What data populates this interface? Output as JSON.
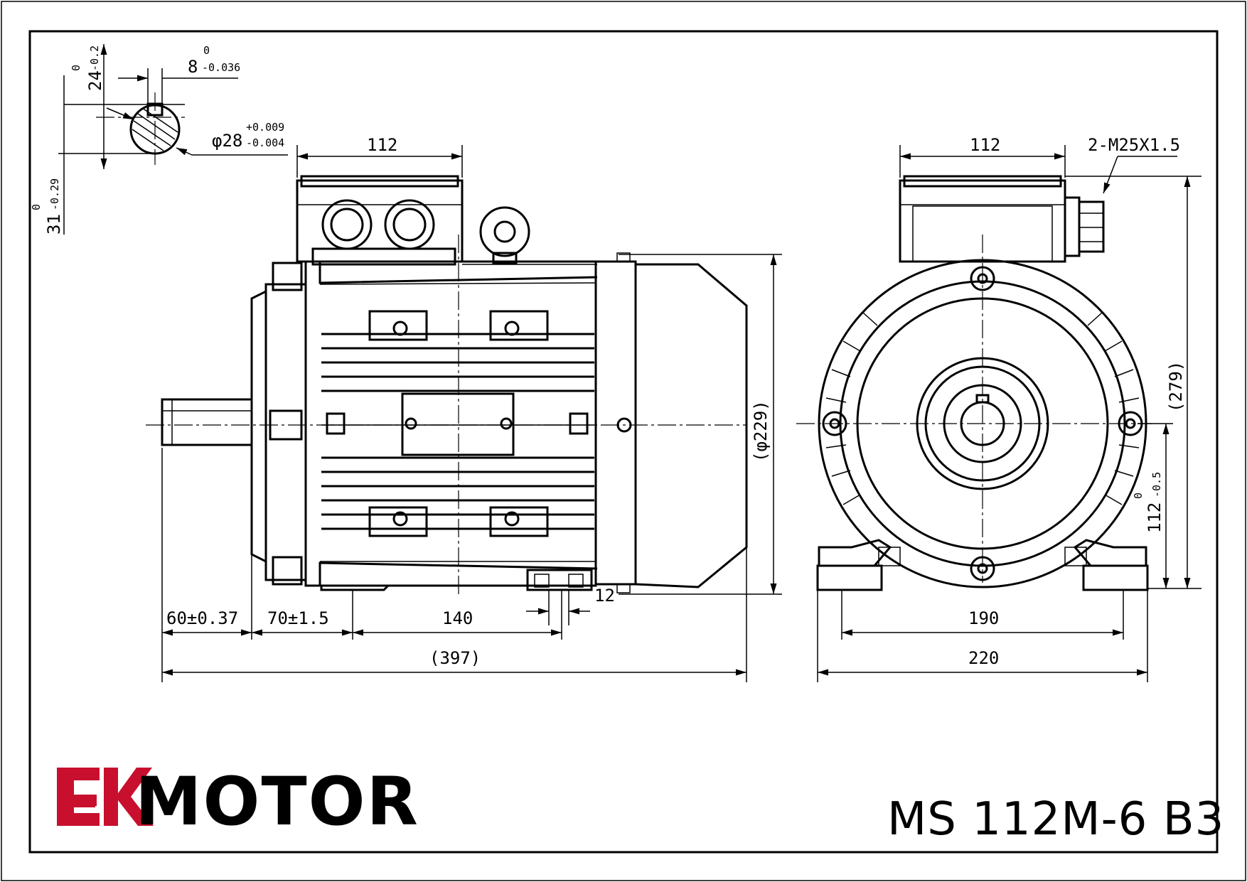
{
  "title_block": {
    "brand_name": "MOTOR",
    "model": "MS 112M-6 B3",
    "logo_color": "#c8102e"
  },
  "shaft_detail": {
    "key_height": "24",
    "key_height_tol_upper": "0",
    "key_height_tol_lower": "-0.2",
    "key_width": "8",
    "key_width_tol_upper": "0",
    "key_width_tol_lower": "-0.036",
    "shaft_dia": "φ28",
    "shaft_dia_tol_upper": "+0.009",
    "shaft_dia_tol_lower": "-0.004",
    "center_height": "31",
    "center_height_tol_upper": "0",
    "center_height_tol_lower": "-0.29"
  },
  "side_view": {
    "terminal_box_width": "112",
    "frame_dia": "(φ229)",
    "shaft_length": "60±0.37",
    "shaft_to_foot": "70±1.5",
    "foot_spacing": "140",
    "overall_length": "(397)",
    "foot_thickness": "12"
  },
  "end_view": {
    "terminal_box_width": "112",
    "cable_gland": "2-M25X1.5",
    "overall_height": "(279)",
    "shaft_height": "112",
    "shaft_height_tol_upper": "0",
    "shaft_height_tol_lower": "-0.5",
    "foot_hole_spacing": "190",
    "foot_width": "220"
  }
}
